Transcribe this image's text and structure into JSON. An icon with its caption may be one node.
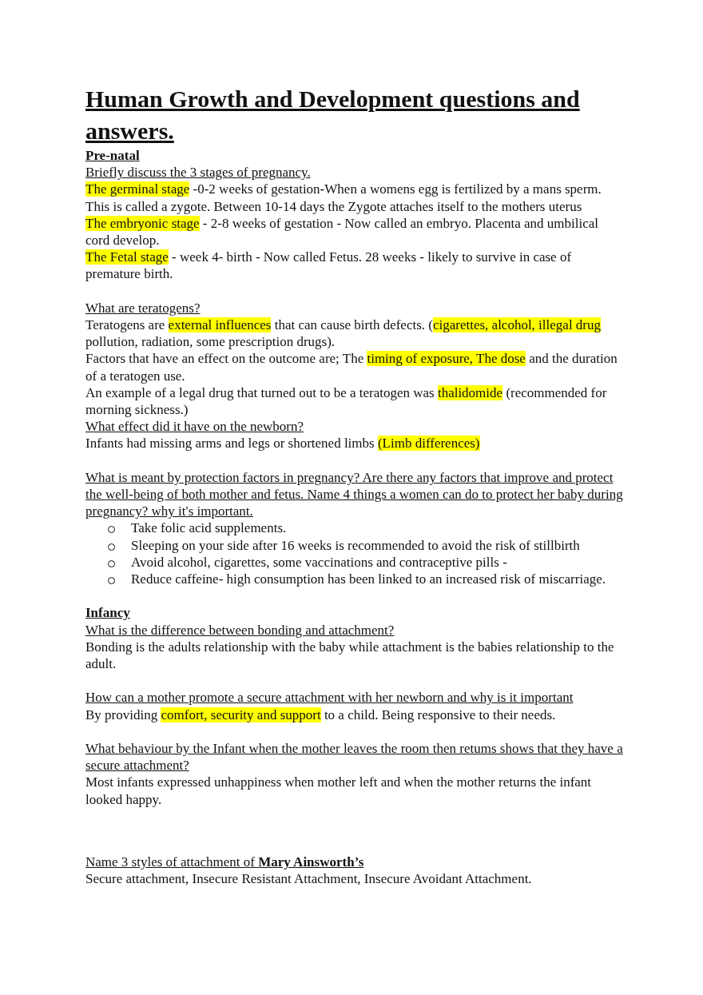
{
  "diagram": {
    "title": "Human Growth and Development questions and answers.",
    "labels": [
      "Pre-natal",
      "Briefly discuss the 3 stages of pregnancy.",
      "The germinal stage",
      "-0-2 weeks of gestation-When a womens egg is fertilized by a mans sperm. This is called a zygote. Between 10-14 days the Zygote attaches itself to the mothers uterus",
      "The embryonic stage",
      "- 2-8 weeks of gestation - Now called an embryo. Placenta and umbilical cord develop.",
      "The Fetal stage",
      "- week 4- birth - Now called Fetus. 28 weeks - likely to survive in case of premature birth.",
      "What are teratogens?",
      "Teratogens are",
      "external influences",
      "that can cause birth defects. (",
      "cigarettes, alcohol, illegal drug",
      "pollution, radiation, some prescription drugs).",
      "Factors that have an effect on the outcome are; The",
      "timing of exposure, The dose",
      "and the duration of a teratogen use.",
      "An example of a legal drug that turned out to be a teratogen was",
      "thalidomide",
      "(recommended for morning sickness.)",
      "What effect did it have on the newborn?",
      "Infants had missing arms and legs or shortened limbs",
      "(Limb differences)",
      "What is meant by protection factors in pregnancy? Are there any factors that improve and protect the well-being of both mother and fetus. Name 4 things a women can do to protect her baby during pregnancy? why it's important.",
      "Take folic acid supplements.",
      "Sleeping on your side after 16 weeks is recommended to avoid the risk of stillbirth",
      "Avoid alcohol, cigarettes, some vaccinations and contraceptive pills -",
      "Reduce caffeine- high consumption has been linked to an increased risk of miscarriage.",
      "Infancy",
      "What is the difference between bonding and attachment?",
      "Bonding is the adults relationship with the baby while attachment is the babies relationship to the adult.",
      "How can a mother promote a secure attachment with her newborn and why is it important",
      "By providing",
      "comfort, security and support",
      "to a child. Being responsive to their needs.",
      "What behaviour by the Infant when the mother leaves the room then retums shows that they have a secure attachment?",
      "Most infants expressed unhappiness when mother left and when the mother returns the infant looked happy.",
      "Name 3 styles of attachment of **Mary Ainsworth’s**",
      "Secure attachment, Insecure Resistant Attachment, Insecure Avoidant Attachment."
    ]
  }
}
